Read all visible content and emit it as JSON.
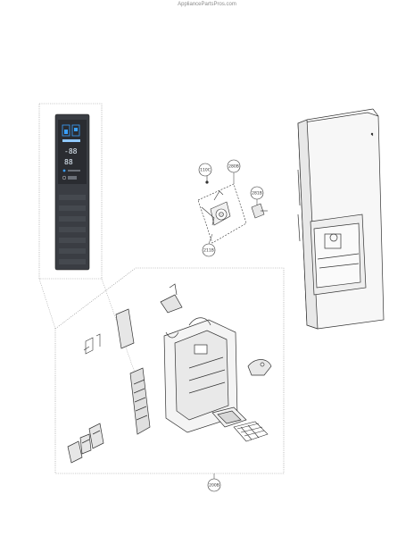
{
  "watermark": "AppliancePartsPros.com",
  "callouts": {
    "c1": "110C",
    "c2": "280B",
    "c3": "281B",
    "c4": "211B",
    "c5": "200B"
  },
  "panel_buttons": [
    "",
    "",
    "",
    "",
    "",
    "",
    ""
  ],
  "colors": {
    "line": "#333333",
    "panel_dark": "#2f3238",
    "panel_mid": "#4a4e55",
    "display_blue": "#3aa0ff"
  }
}
